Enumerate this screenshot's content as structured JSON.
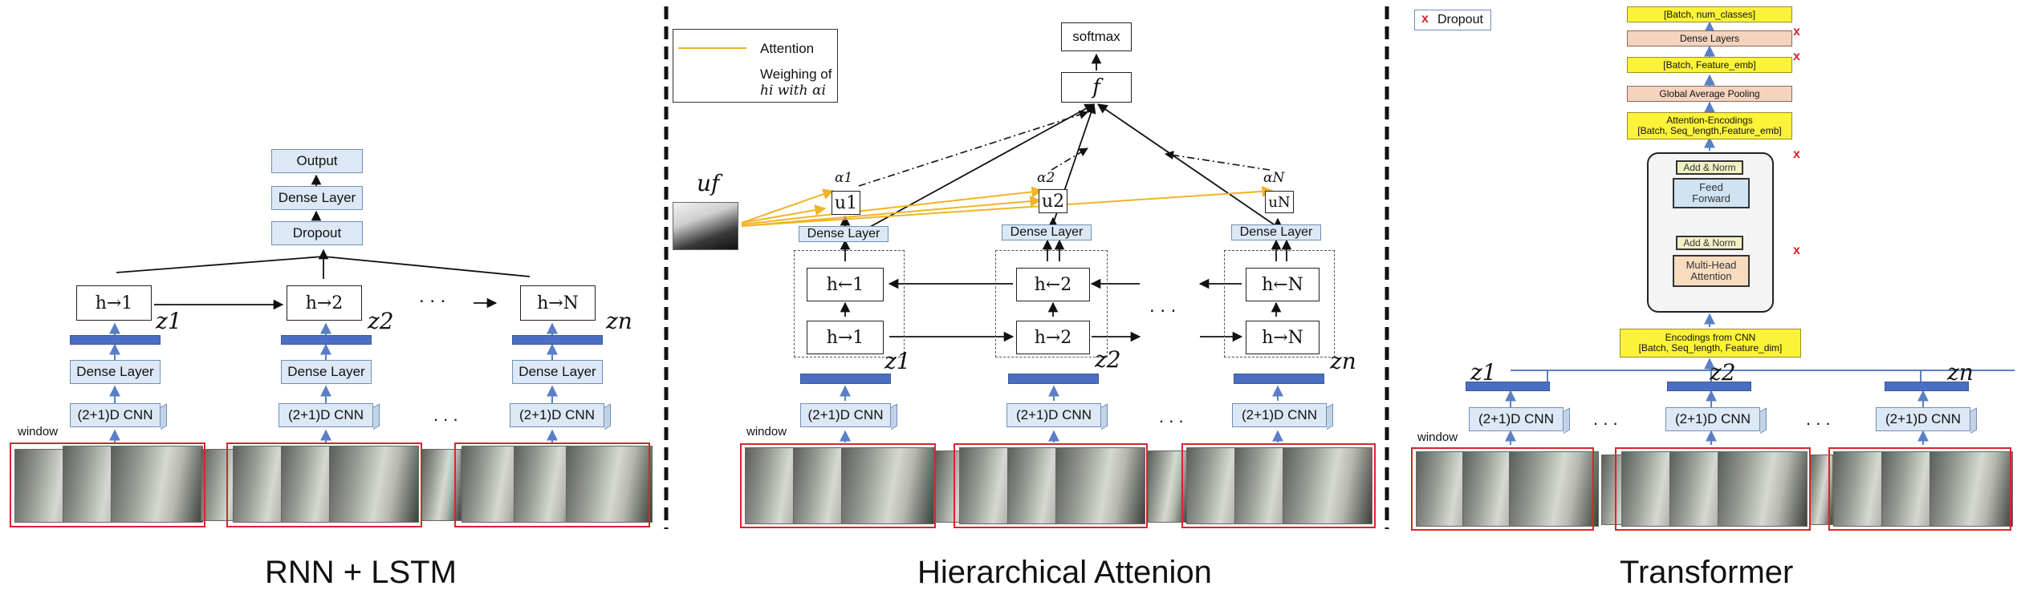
{
  "panels": {
    "rnn": {
      "caption": "RNN + LSTM",
      "output": "Output",
      "dense_top": "Dense Layer",
      "dropout": "Dropout",
      "h1": "h→1",
      "h2": "h→2",
      "hN": "h→N",
      "z1": "z1",
      "z2": "z2",
      "zn": "zn",
      "dense": "Dense Layer",
      "cnn": "(2+1)D CNN",
      "window": "window",
      "dots": ". . ."
    },
    "attn": {
      "caption": "Hierarchical Attenion",
      "softmax": "softmax",
      "f": "f",
      "legend_attention": "Attention",
      "legend_weighing_1": "Weighing of",
      "legend_weighing_2": "hi with αi",
      "uf": "uf",
      "u1": "u1",
      "u2": "u2",
      "uN": "uN",
      "alpha1": "α1",
      "alpha2": "α2",
      "alphaN": "αN",
      "dense": "Dense Layer",
      "hb1": "h←1",
      "hb2": "h←2",
      "hbN": "h←N",
      "h1": "h→1",
      "h2": "h→2",
      "hN": "h→N",
      "z1": "z1",
      "z2": "z2",
      "zn": "zn",
      "cnn": "(2+1)D CNN",
      "window": "window",
      "dots": ". . ."
    },
    "transformer": {
      "caption": "Transformer",
      "legend_dropout": "Dropout",
      "batch_classes": "[Batch, num_classes]",
      "dense_layers": "Dense Layers",
      "batch_feature": "[Batch, Feature_emb]",
      "gap": "Global Average Pooling",
      "attn_enc_1": "Attention-Encodings",
      "attn_enc_2": "[Batch, Seq_length,Feature_emb]",
      "add_norm": "Add & Norm",
      "feed_forward_1": "Feed",
      "feed_forward_2": "Forward",
      "mha_1": "Multi-Head",
      "mha_2": "Attention",
      "enc_cnn_1": "Encodings from CNN",
      "enc_cnn_2": "[Batch, Seq_length, Feature_dim]",
      "z1": "z1",
      "z2": "z2",
      "zn": "zn",
      "cnn": "(2+1)D CNN",
      "window": "window",
      "dots": ". . ."
    }
  },
  "colors": {
    "lightblue": "#dce8f5",
    "bar": "#4a6fc2",
    "frame": "#d7262a",
    "attention_line": "#f0b429",
    "yellow": "#fbf23a",
    "salmon": "#f4d3bf",
    "ff_blue": "#cfe3f3",
    "mha_orange": "#f7dcc0"
  }
}
